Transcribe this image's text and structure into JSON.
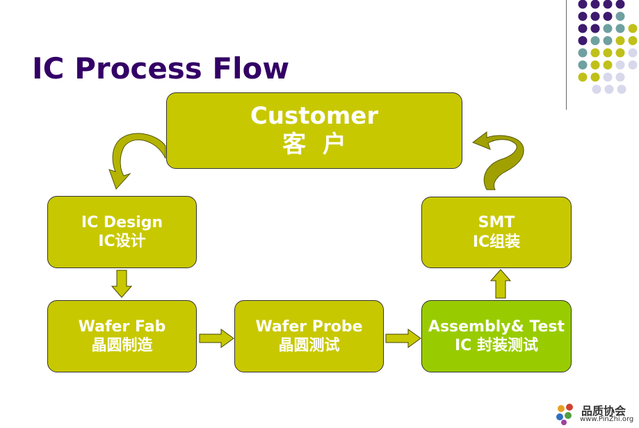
{
  "title": "IC Process Flow",
  "colors": {
    "title": "#330066",
    "box_olive": "#c8c800",
    "box_green": "#99cc00",
    "arrow": "#c8c800",
    "arrow_dark": "#999900"
  },
  "nodes": {
    "customer": {
      "en": "Customer",
      "cn": "客  户"
    },
    "ic_design": {
      "en": "IC Design",
      "cn": "IC设计"
    },
    "wafer_fab": {
      "en": "Wafer Fab",
      "cn": "晶圆制造"
    },
    "wafer_probe": {
      "en": "Wafer Probe",
      "cn": "晶圆测试"
    },
    "assembly_test": {
      "en": "Assembly& Test",
      "cn": "IC 封装测试"
    },
    "smt": {
      "en": "SMT",
      "cn": "IC组装"
    }
  },
  "logo": {
    "name": "品质协会",
    "url": "www.PinZhi.org"
  },
  "decor": {
    "dot_colors": [
      "#3d1a6e",
      "#6fa0a0",
      "#c0c01a",
      "#d8d8ec"
    ]
  }
}
